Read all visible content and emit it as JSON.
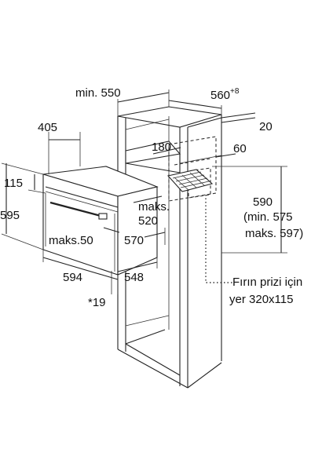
{
  "dimensions": {
    "cabinet_width": "min. 550",
    "cabinet_depth": "560",
    "cabinet_depth_sup": "+8",
    "back_gap": "20",
    "oven_depth_top": "405",
    "vent_height": "180",
    "vent_right": "60",
    "oven_top": "115",
    "oven_height": "595",
    "maks_label": "maks.",
    "maks_value": "520",
    "niche_height": "590",
    "niche_min": "(min. 575",
    "niche_max": "maks. 597)",
    "door_maks": "maks.50",
    "door_depth": "570",
    "oven_width": "594",
    "oven_depth": "548",
    "front_gap": "*19"
  },
  "notes": {
    "socket_line1": "Fırın prizi için",
    "socket_line2": "yer 320x115"
  }
}
